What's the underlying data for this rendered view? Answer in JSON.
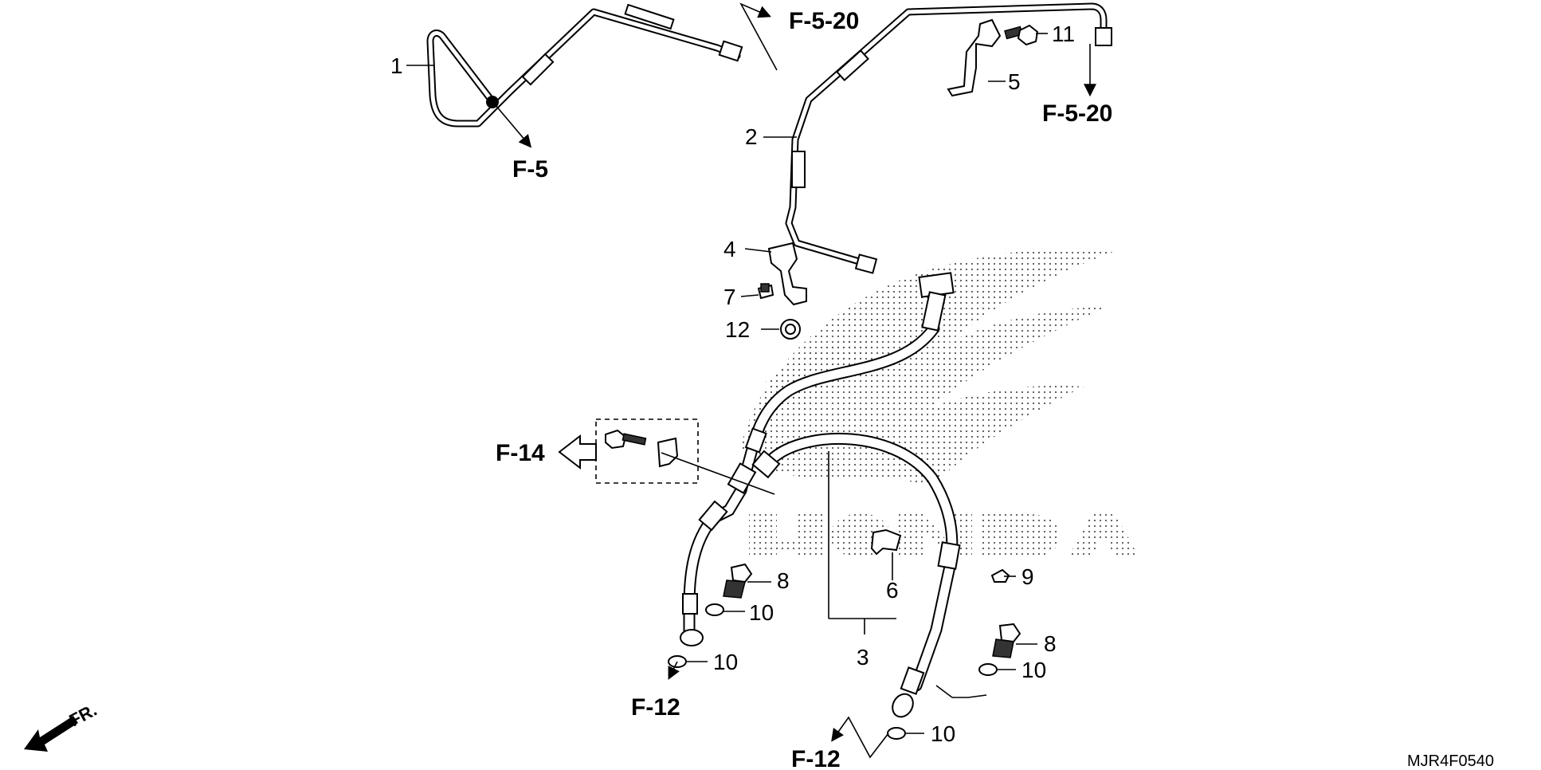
{
  "diagram": {
    "code": "MJR4F0540",
    "front_label": "FR.",
    "callouts": {
      "p1": "1",
      "p2": "2",
      "p3": "3",
      "p4": "4",
      "p5": "5",
      "p6": "6",
      "p7": "7",
      "p8a": "8",
      "p8b": "8",
      "p9": "9",
      "p10a": "10",
      "p10b": "10",
      "p10c": "10",
      "p10d": "10",
      "p11": "11",
      "p12": "12"
    },
    "references": {
      "f5": "F-5",
      "f520_top": "F-5-20",
      "f520_right": "F-5-20",
      "f14": "F-14",
      "f12_left": "F-12",
      "f12_bottom": "F-12"
    }
  }
}
